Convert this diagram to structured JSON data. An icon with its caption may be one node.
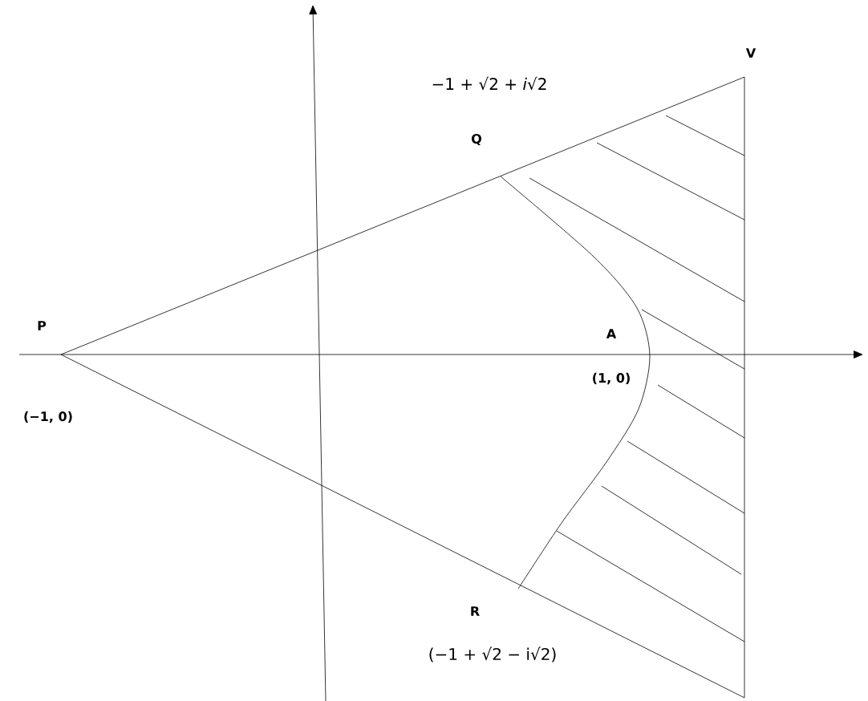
{
  "diagram": {
    "labels": [
      "V",
      "−1 + √2 + *i*√2",
      "Q",
      "P",
      "A",
      "(1, 0)",
      "(−1, 0)",
      "R",
      "(−1 + √2 − i√2)"
    ]
  }
}
